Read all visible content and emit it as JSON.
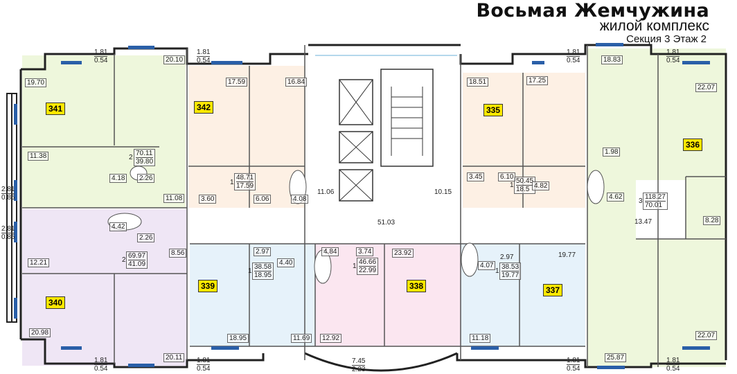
{
  "header": {
    "title": "Восьмая Жемчужина",
    "subtitle": "жилой комплекс",
    "section": "Секция 3 Этаж  2"
  },
  "colors": {
    "apt_green": "#eef7dc",
    "apt_peach": "#fdf0e4",
    "apt_blue": "#e6f2fa",
    "apt_purple": "#efe6f5",
    "apt_pink": "#fbe6f0",
    "corridor": "#ffffff",
    "label_bg": "#ffe800",
    "window": "#2a5fa8"
  },
  "apartments": [
    {
      "id": "341",
      "label": "341",
      "total": "70.11",
      "living": "39.80"
    },
    {
      "id": "342",
      "label": "342",
      "total": "48.71",
      "living": "17.59"
    },
    {
      "id": "335",
      "label": "335",
      "total": "50.45",
      "living": "18.5"
    },
    {
      "id": "336",
      "label": "336",
      "total": "118.27",
      "living": "70.01"
    },
    {
      "id": "340",
      "label": "340",
      "total": "69.97",
      "living": "41.09"
    },
    {
      "id": "339",
      "label": "339",
      "total": "38.58",
      "living": "18.95"
    },
    {
      "id": "338",
      "label": "338",
      "total": "46.66",
      "living": "22.99"
    },
    {
      "id": "337",
      "label": "337",
      "total": "38.53",
      "living": "19.77"
    }
  ],
  "rooms": {
    "r341_a": "19.70",
    "r341_b": "20.10",
    "r341_c": "11.38",
    "r341_d": "4.18",
    "r341_e": "2.26",
    "r341_f": "11.08",
    "r342_a": "17.59",
    "r342_b": "16.84",
    "r342_c": "3.60",
    "r342_d": "6.06",
    "r342_e": "4.08",
    "r335_a": "18.51",
    "r335_b": "17.25",
    "r335_c": "3.45",
    "r335_d": "6.10",
    "r335_e": "4.82",
    "r336_a": "18.83",
    "r336_b": "22.07",
    "r336_c": "1.98",
    "r336_d": "4.62",
    "r336_e": "8.28",
    "r336_f": "13.47",
    "r336_g": "22.07",
    "r336_h": "25.87",
    "r340_a": "12.21",
    "r340_b": "4.42",
    "r340_c": "2.26",
    "r340_d": "8.56",
    "r340_e": "20.98",
    "r340_f": "20.11",
    "r339_a": "2.97",
    "r339_b": "4.40",
    "r339_c": "18.95",
    "r339_d": "11.69",
    "r338_a": "4.84",
    "r338_b": "3.74",
    "r338_c": "23.92",
    "r338_d": "12.92",
    "r337_a": "2.97",
    "r337_b": "4.07",
    "r337_c": "19.77",
    "r337_d": "11.18",
    "corridor": "51.03",
    "hall_l": "11.06",
    "hall_r": "10.15"
  },
  "balconies": [
    {
      "top": "1.81",
      "bottom": "0.54"
    },
    {
      "top": "1.81",
      "bottom": "0.54"
    },
    {
      "top": "1.81",
      "bottom": "0.54"
    },
    {
      "top": "1.81",
      "bottom": "0.54"
    },
    {
      "top": "2.81",
      "bottom": "0.85"
    },
    {
      "top": "2.81",
      "bottom": "0.85"
    },
    {
      "top": "1.81",
      "bottom": "0.54"
    },
    {
      "top": "1.81",
      "bottom": "0.54"
    },
    {
      "top": "1.81",
      "bottom": "0.54"
    },
    {
      "top": "1.81",
      "bottom": "0.54"
    },
    {
      "top": "7.45",
      "bottom": "2.23"
    }
  ],
  "prefixes": {
    "p341": "2",
    "p342": "1",
    "p335": "1",
    "p336": "3",
    "p340": "2",
    "p339": "1",
    "p338": "1",
    "p337": "1"
  }
}
